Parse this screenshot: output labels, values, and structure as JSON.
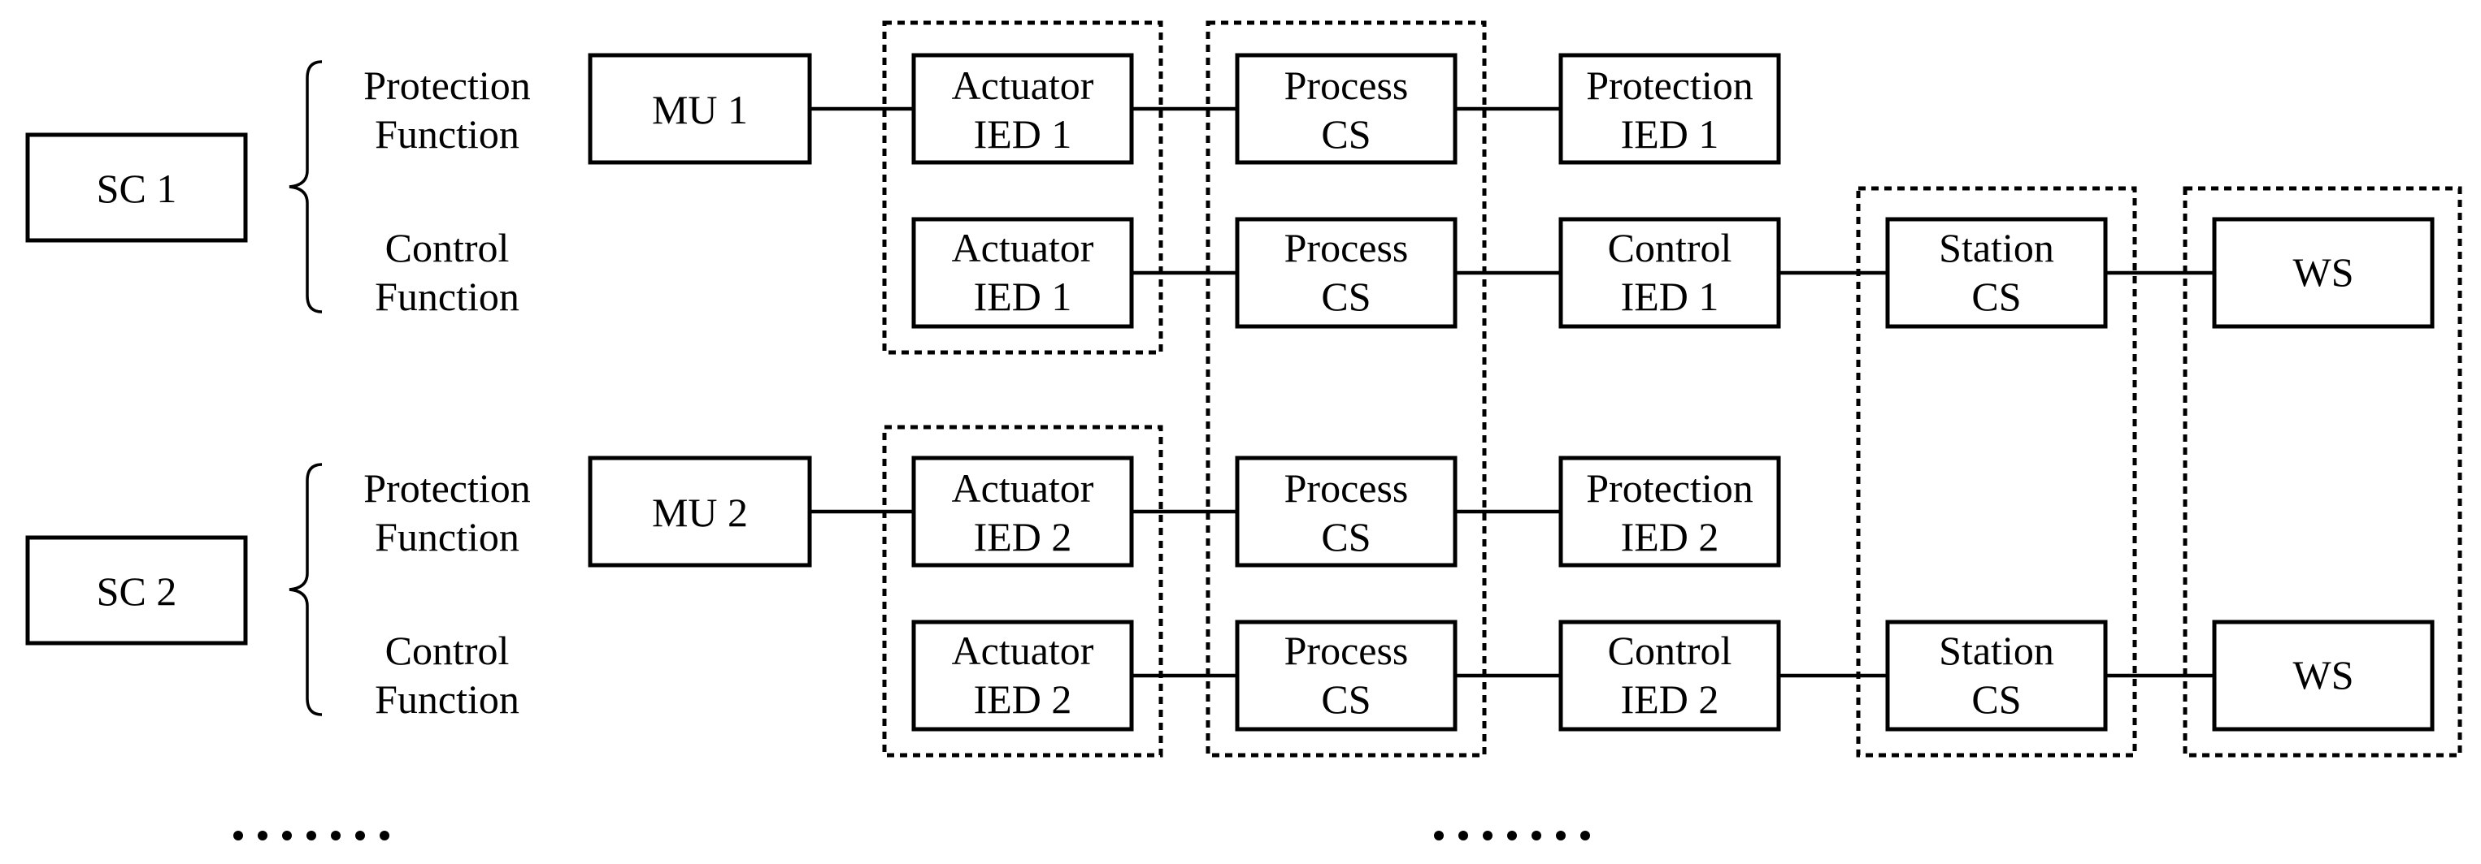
{
  "sc": [
    "SC 1",
    "SC 2"
  ],
  "functions": {
    "protection": [
      "Protection",
      "Function"
    ],
    "control": [
      "Control",
      "Function"
    ]
  },
  "mu": [
    "MU 1",
    "MU 2"
  ],
  "actuator": [
    [
      "Actuator",
      "IED 1"
    ],
    [
      "Actuator",
      "IED 2"
    ]
  ],
  "process_cs": [
    "Process",
    "CS"
  ],
  "protection_ied": [
    [
      "Protection",
      "IED 1"
    ],
    [
      "Protection",
      "IED 2"
    ]
  ],
  "control_ied": [
    [
      "Control",
      "IED 1"
    ],
    [
      "Control",
      "IED 2"
    ]
  ],
  "station_cs": [
    "Station",
    "CS"
  ],
  "ws": "WS",
  "ellipsis": "......"
}
